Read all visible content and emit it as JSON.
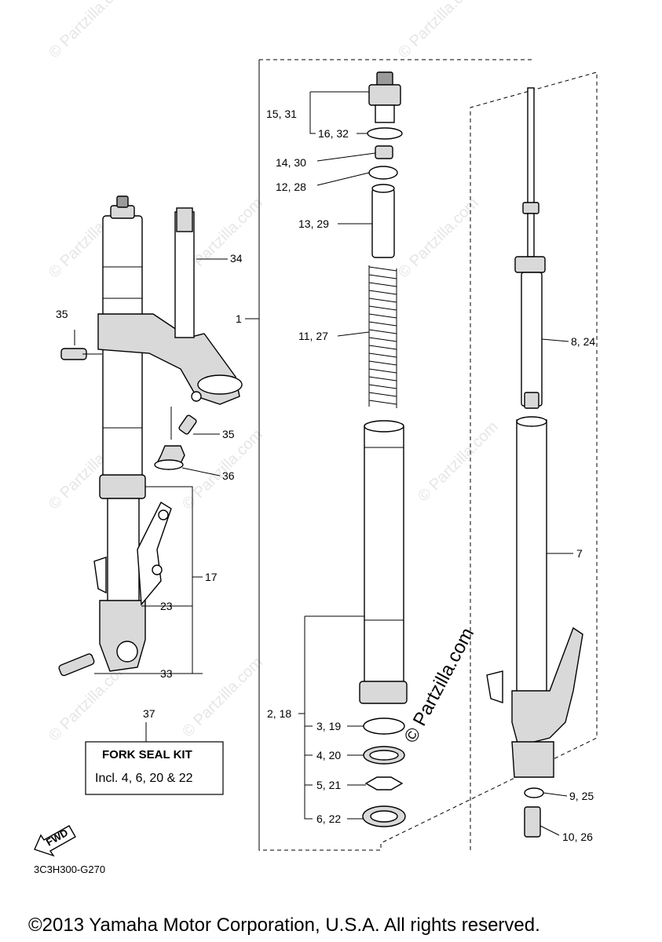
{
  "watermarks": [
    "© Partzilla.com",
    "© Partzilla.com",
    "© Partzilla.com",
    "© Partzilla.com",
    "© Partzilla.com",
    "© Partzilla.com",
    "© Partzilla.com",
    "© Partzilla.com",
    "© Partzilla.com",
    "© Partzilla.com"
  ],
  "center_watermark": "© Partzilla.com",
  "callouts": {
    "c15_31": "15, 31",
    "c16_32": "16, 32",
    "c14_30": "14, 30",
    "c12_28": "12, 28",
    "c13_29": "13, 29",
    "c1": "1",
    "c11_27": "11, 27",
    "c8_24": "8, 24",
    "c7": "7",
    "c34": "34",
    "c35a": "35",
    "c35b": "35",
    "c36": "36",
    "c17": "17",
    "c23": "23",
    "c33": "33",
    "c37": "37",
    "c2_18": "2, 18",
    "c3_19": "3, 19",
    "c4_20": "4, 20",
    "c5_21": "5, 21",
    "c6_22": "6, 22",
    "c9_25": "9, 25",
    "c10_26": "10, 26"
  },
  "kit_box": {
    "title": "FORK SEAL KIT",
    "body": "Incl. 4, 6, 20 & 22"
  },
  "fwd_label": "FWD",
  "diagram_code": "3C3H300-G270",
  "copyright": "©2013 Yamaha Motor Corporation, U.S.A. All rights reserved."
}
